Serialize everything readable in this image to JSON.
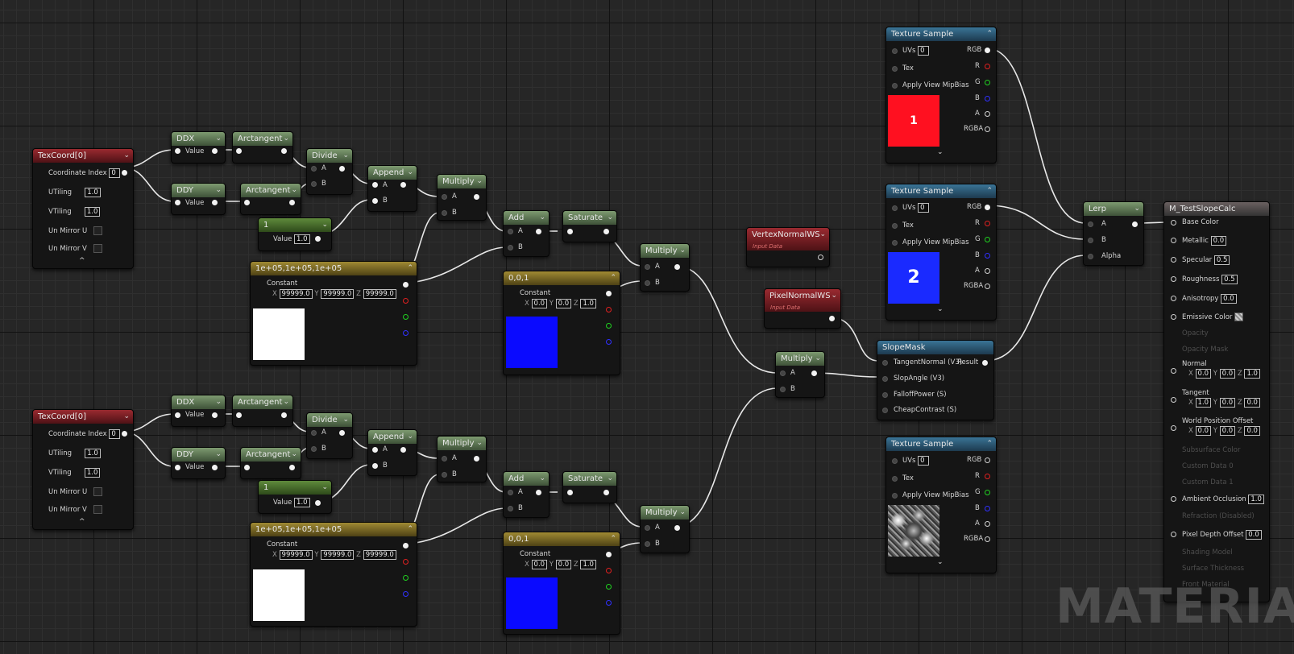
{
  "pins": {
    "value": "Value",
    "a": "A",
    "b": "B",
    "alpha": "Alpha",
    "result": "Result",
    "constant": "Constant",
    "x": "X",
    "y": "Y",
    "z": "Z"
  },
  "texcoord": {
    "title": "TexCoord[0]",
    "coord_index_label": "Coordinate Index",
    "coord_index": "0",
    "utiling_label": "UTiling",
    "utiling": "1.0",
    "vtiling_label": "VTiling",
    "vtiling": "1.0",
    "unmirror_u": "Un Mirror U",
    "unmirror_v": "Un Mirror V",
    "collapse": "^"
  },
  "nodes": {
    "ddx": "DDX",
    "ddy": "DDY",
    "arctangent": "Arctangent",
    "divide": "Divide",
    "append": "Append",
    "multiply": "Multiply",
    "add": "Add",
    "saturate": "Saturate",
    "lerp": "Lerp",
    "slopemask": "SlopeMask"
  },
  "scalar": {
    "title": "1",
    "value": "1.0"
  },
  "const_big": {
    "title": "1e+05,1e+05,1e+05",
    "x": "99999.0",
    "y": "99999.0",
    "z": "99999.0",
    "color": "#ffffff"
  },
  "const_blue": {
    "title": "0,0,1",
    "x": "0.0",
    "y": "0.0",
    "z": "1.0",
    "color": "#0a0aff"
  },
  "vertex_normal": {
    "title": "VertexNormalWS",
    "sub": "Input Data"
  },
  "pixel_normal": {
    "title": "PixelNormalWS",
    "sub": "Input Data"
  },
  "slopemask": {
    "inputs": [
      "TangentNormal (V3)",
      "SlopAngle (V3)",
      "FalloffPower (S)",
      "CheapContrast (S)"
    ]
  },
  "texture_sample": {
    "title": "Texture Sample",
    "uvs_label": "UVs",
    "uvs": "0",
    "tex": "Tex",
    "mip": "Apply View MipBias",
    "outputs": [
      "RGB",
      "R",
      "G",
      "B",
      "A",
      "RGBA"
    ],
    "samples": [
      {
        "glyph": "1",
        "color": "#ff1020"
      },
      {
        "glyph": "2",
        "color": "#1a2aff"
      },
      {
        "glyph": "",
        "color": "#888888"
      }
    ]
  },
  "material": {
    "title": "M_TestSlopeCalc",
    "base_color": "Base Color",
    "metallic": "Metallic",
    "metallic_val": "0.0",
    "specular": "Specular",
    "specular_val": "0.5",
    "roughness": "Roughness",
    "roughness_val": "0.5",
    "anisotropy": "Anisotropy",
    "anisotropy_val": "0.0",
    "emissive": "Emissive Color",
    "opacity": "Opacity",
    "opacity_mask": "Opacity Mask",
    "normal": "Normal",
    "normal_x": "0.0",
    "normal_y": "0.0",
    "normal_z": "1.0",
    "tangent": "Tangent",
    "tangent_x": "1.0",
    "tangent_y": "0.0",
    "tangent_z": "0.0",
    "wpo": "World Position Offset",
    "wpo_x": "0.0",
    "wpo_y": "0.0",
    "wpo_z": "0.0",
    "subsurface": "Subsurface Color",
    "custom0": "Custom Data 0",
    "custom1": "Custom Data 1",
    "ao": "Ambient Occlusion",
    "ao_val": "1.0",
    "refraction": "Refraction (Disabled)",
    "pdo": "Pixel Depth Offset",
    "pdo_val": "0.0",
    "shading": "Shading Model",
    "thickness": "Surface Thickness",
    "front": "Front Material"
  },
  "watermark": "MATERIAL",
  "colors": {
    "wire": "#e6e6e6",
    "grid": "#262626"
  }
}
